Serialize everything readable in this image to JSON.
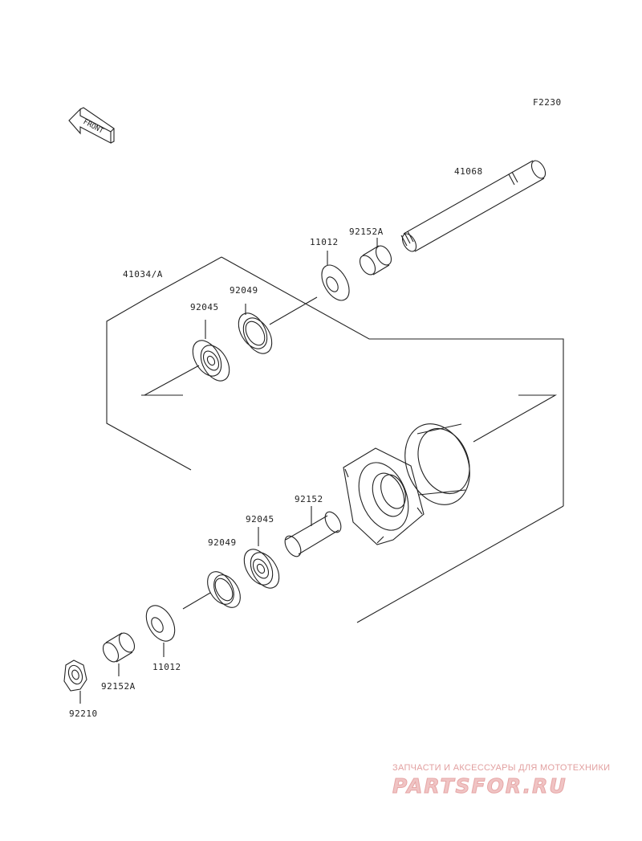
{
  "figure_code": "F2230",
  "front_marker": "FRONT",
  "parts": [
    {
      "id": "axle",
      "number": "41068"
    },
    {
      "id": "collar-upper",
      "number": "92152A"
    },
    {
      "id": "seal-upper",
      "number": "11012"
    },
    {
      "id": "assembly",
      "number": "41034/A"
    },
    {
      "id": "bearing-upper",
      "number": "92045"
    },
    {
      "id": "oilseal-upper",
      "number": "92049"
    },
    {
      "id": "spacer",
      "number": "92152"
    },
    {
      "id": "bearing-lower",
      "number": "92045"
    },
    {
      "id": "oilseal-lower",
      "number": "92049"
    },
    {
      "id": "seal-lower",
      "number": "11012"
    },
    {
      "id": "collar-lower",
      "number": "92152A"
    },
    {
      "id": "nut",
      "number": "92210"
    }
  ],
  "watermark": {
    "subtitle": "ЗАПЧАСТИ И АКСЕССУАРЫ ДЛЯ МОТОТЕХНИКИ",
    "logo": "PARTSFOR.RU"
  },
  "colors": {
    "line": "#222222",
    "watermark": "#e6a6a6"
  }
}
